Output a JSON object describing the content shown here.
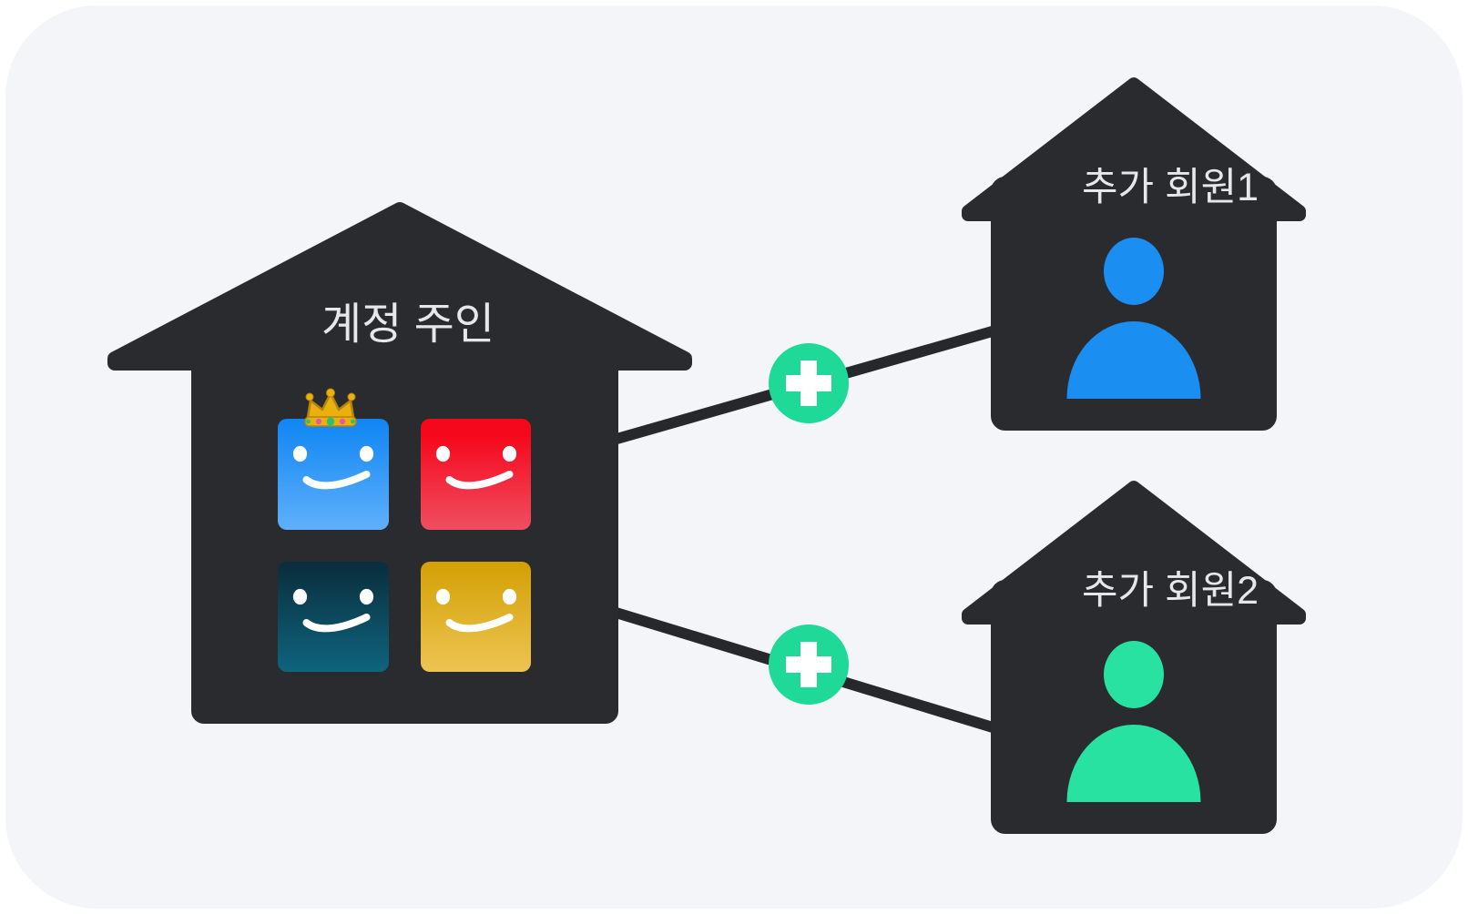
{
  "page": {
    "background": "#ffffff",
    "card_background": "#f3f5f9"
  },
  "palette": {
    "house_fill": "#2a2b2e",
    "connector_line": "#27282b",
    "plus_badge_fill": "#1fd998",
    "plus_glyph": "#ffffff",
    "title_text": "#e7e7e9",
    "avatar_face": "#ffffff",
    "member1_person": "#1b8ef2",
    "member2_person": "#28e2a2"
  },
  "owner_house": {
    "title": "계정 주인",
    "avatars": {
      "blue": {
        "name": "owner-profile-with-crown",
        "gradient_top": "#0f85f4",
        "gradient_bottom": "#5fb0fa"
      },
      "red": {
        "name": "profile-red",
        "gradient_top": "#f6081c",
        "gradient_bottom": "#f04e61"
      },
      "teal": {
        "name": "profile-teal",
        "gradient_top": "#0a2d3b",
        "gradient_bottom": "#0f647e"
      },
      "gold": {
        "name": "profile-gold",
        "gradient_top": "#d3a004",
        "gradient_bottom": "#edc452"
      }
    },
    "crown": {
      "icon": "crown-icon",
      "gold": "#eab10e",
      "gold_dark": "#b5830a",
      "gem_green": "#2fbf71",
      "gem_pink": "#e757a6"
    }
  },
  "member_houses": [
    {
      "title": "추가 회원1",
      "person_icon": "person-icon",
      "person_color": "#1b8ef2"
    },
    {
      "title": "추가 회원2",
      "person_icon": "person-icon",
      "person_color": "#28e2a2"
    }
  ],
  "connectors": [
    {
      "icon": "plus-icon"
    },
    {
      "icon": "plus-icon"
    }
  ]
}
